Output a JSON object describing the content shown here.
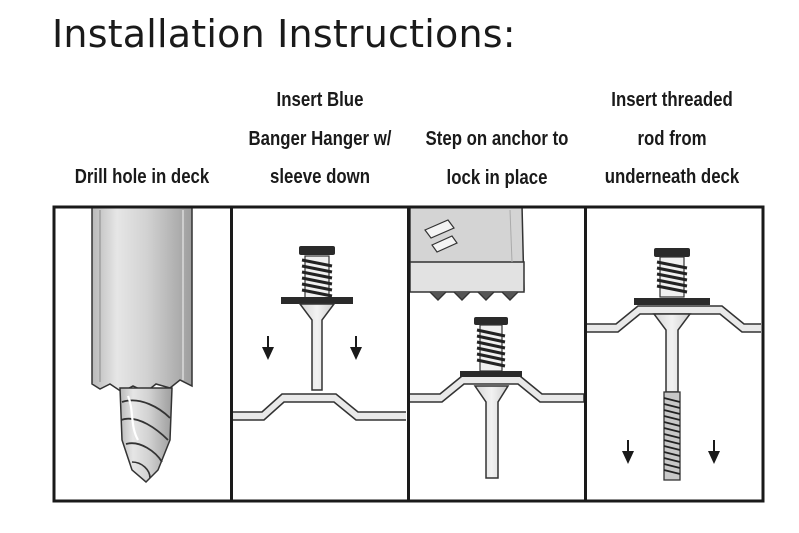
{
  "title": "Installation Instructions:",
  "steps": [
    {
      "caption_lines": [
        "Drill hole in deck"
      ]
    },
    {
      "caption_lines": [
        "Insert Blue",
        "Banger Hanger w/",
        "sleeve down"
      ]
    },
    {
      "caption_lines": [
        "Step on anchor to",
        "lock in place"
      ]
    },
    {
      "caption_lines": [
        "Insert threaded",
        "rod from",
        "underneath deck"
      ]
    }
  ]
}
